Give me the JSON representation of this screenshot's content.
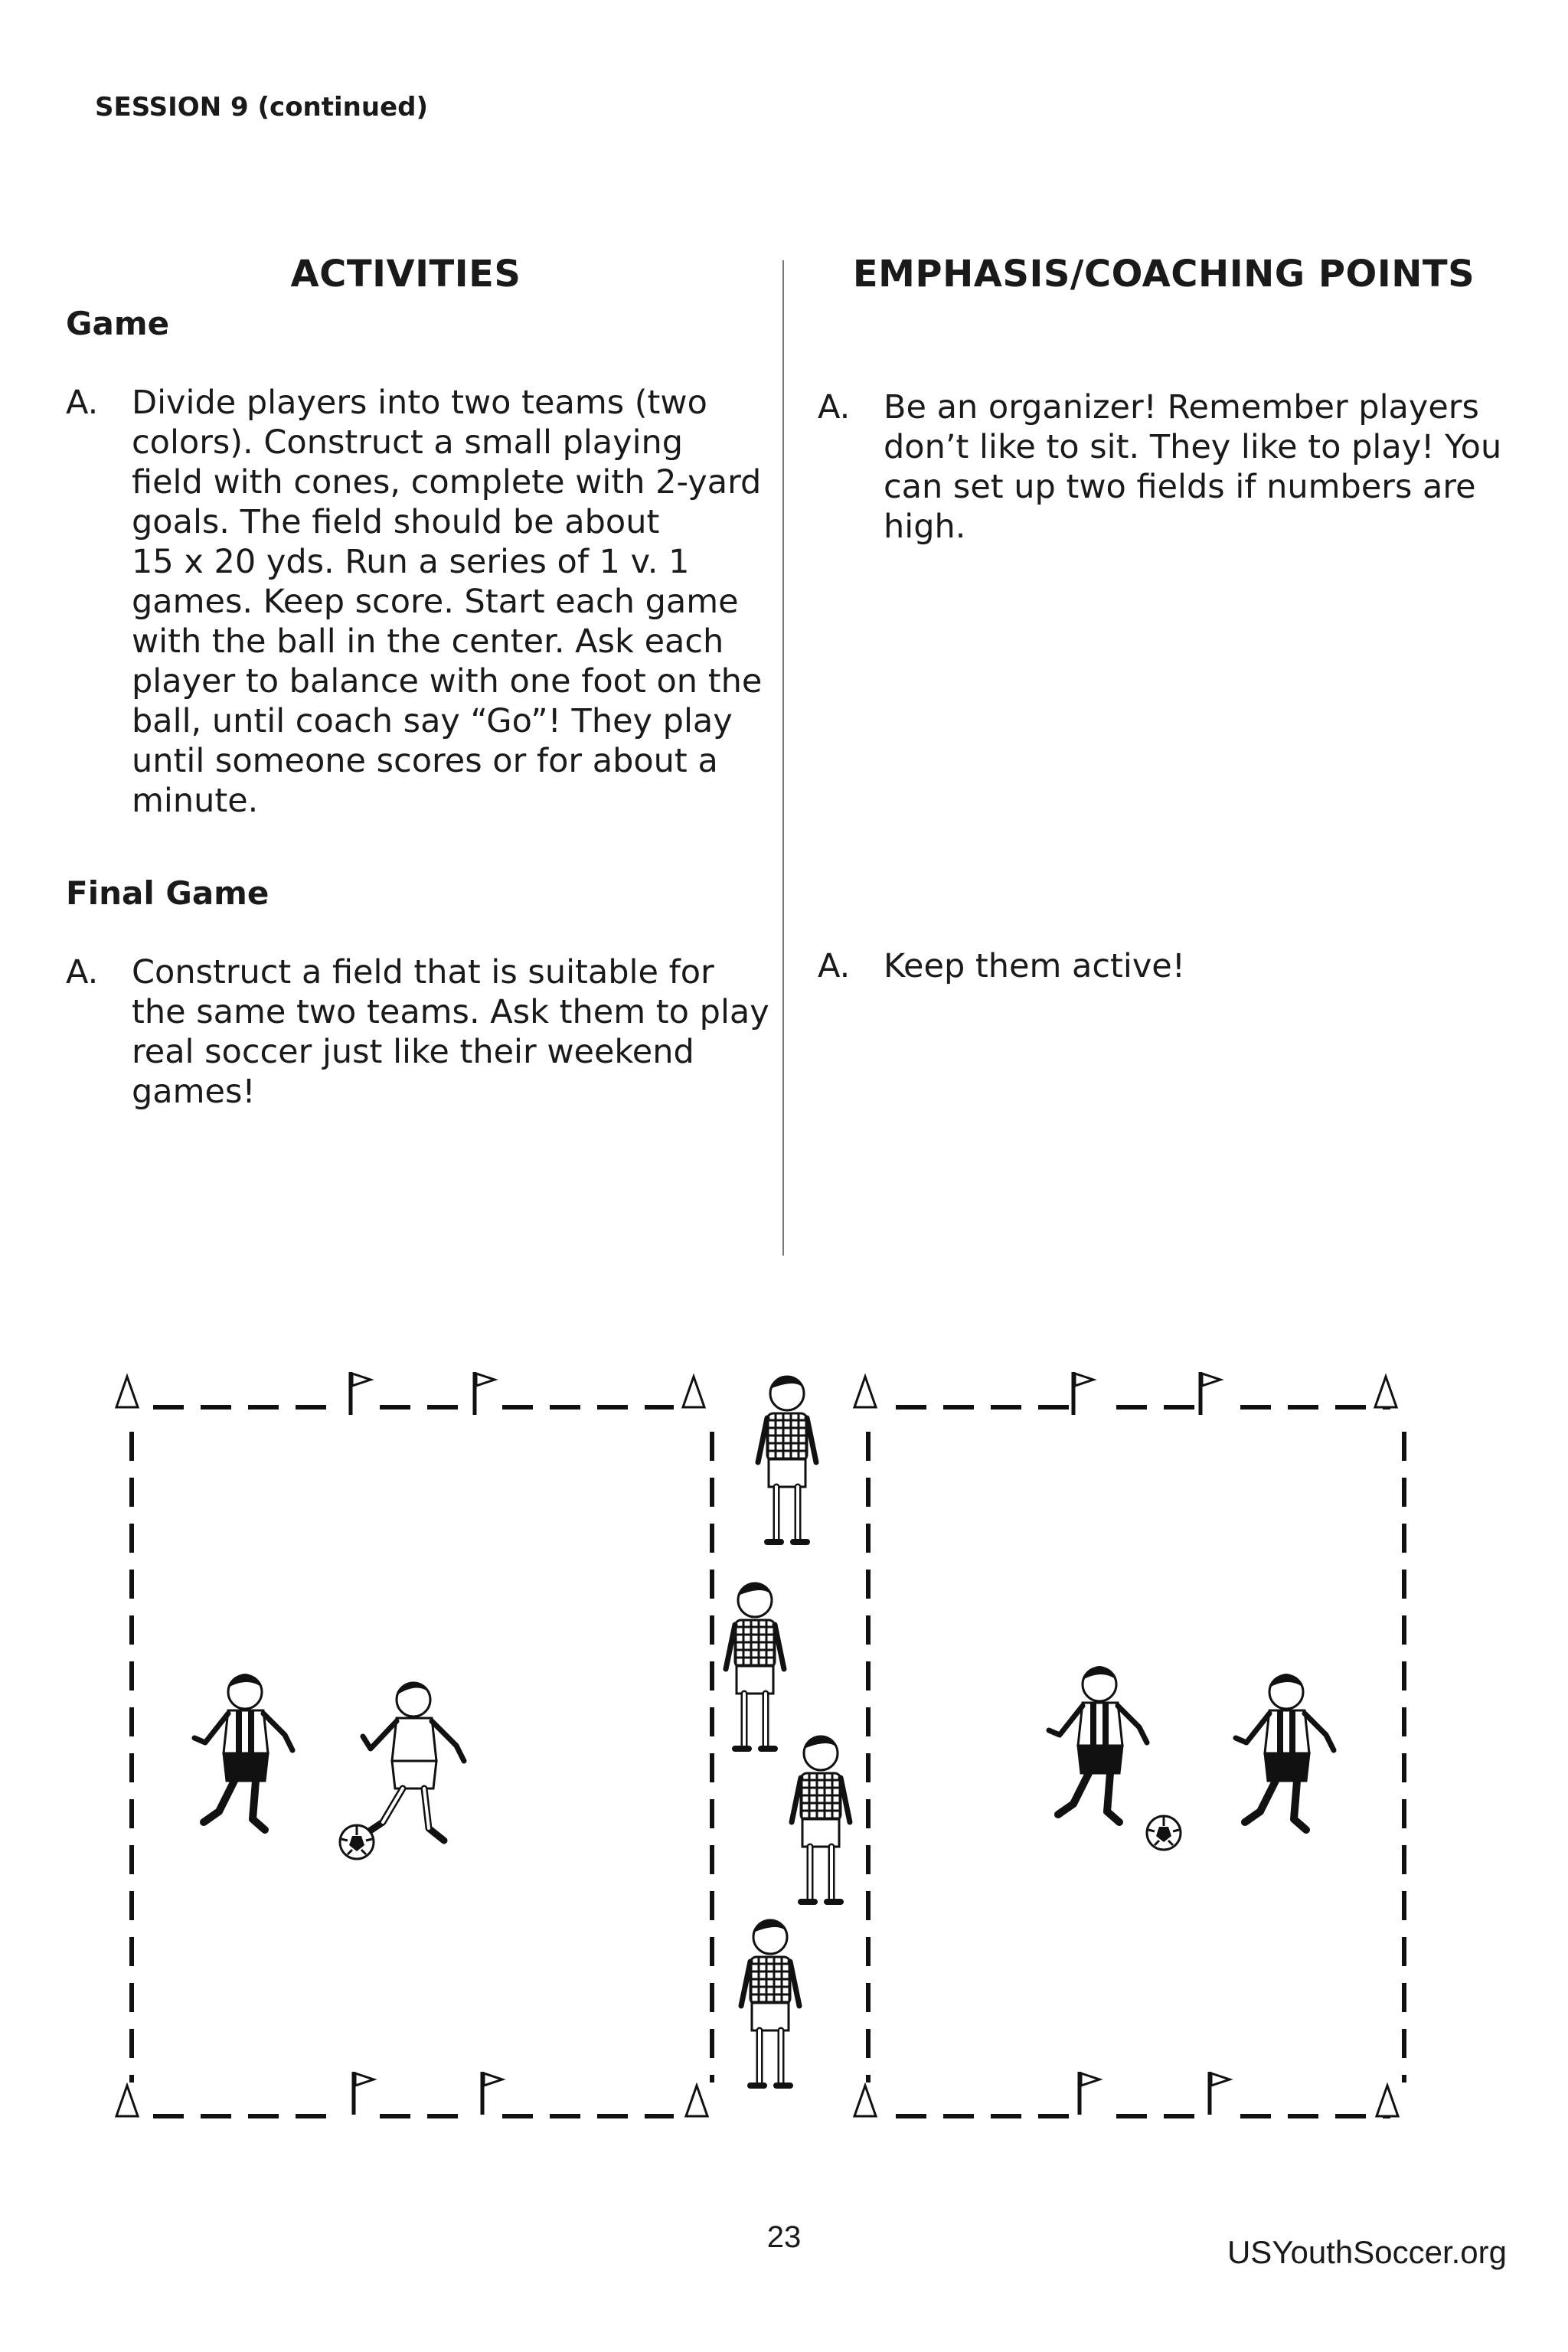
{
  "header": {
    "session": "SESSION 9 (continued)"
  },
  "columns": {
    "activities": "ACTIVITIES",
    "emphasis": "EMPHASIS/COACHING POINTS"
  },
  "game": {
    "title": "Game",
    "activity": {
      "letter": "A.",
      "lines": [
        "Divide players into two teams (two",
        "colors). Construct a small playing",
        "field with cones, complete with 2-yard",
        "goals. The field should be about",
        "15 x 20 yds. Run a series of 1 v. 1",
        "games. Keep score. Start each game",
        "with the ball in the center. Ask each",
        "player to balance with one foot on the",
        "ball, until coach say “Go”! They play",
        "until someone scores or for about a",
        "minute."
      ]
    },
    "coaching": {
      "letter": "A.",
      "lines": [
        "Be an organizer! Remember players",
        "don’t like to sit. They like to play! You",
        "can set up two fields if numbers are",
        "high."
      ]
    }
  },
  "final_game": {
    "title": "Final Game",
    "activity": {
      "letter": "A.",
      "lines": [
        "Construct a field that is suitable for",
        "the same two teams. Ask them to play",
        "real soccer just like their weekend",
        "games!"
      ]
    },
    "coaching": {
      "letter": "A.",
      "lines": [
        "Keep them active!"
      ]
    }
  },
  "footer": {
    "page_number": "23",
    "url": "USYouthSoccer.org"
  },
  "diagram": {
    "fields": 2,
    "players_in_fields": 4,
    "players_waiting": 4,
    "balls": 2
  }
}
